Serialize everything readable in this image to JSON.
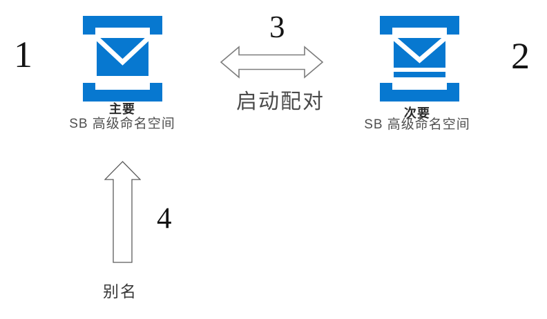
{
  "diagram": {
    "title_semantic": "Service Bus geo-disaster recovery pairing diagram",
    "colors": {
      "icon_blue": "#0778D0",
      "arrow_fill": "#ffffff",
      "arrow_outline": "#7d7d7d",
      "number_color": "#141414",
      "title_color": "#2b2b2b",
      "subtitle_color": "#4f4f4f",
      "background": "#ffffff"
    },
    "primary_node": {
      "step_number": "1",
      "title": "主要",
      "subtitle": "SB 高级命名空间",
      "icon": "service-bus-namespace-primary-icon"
    },
    "secondary_node": {
      "step_number": "2",
      "title": "次要",
      "subtitle": "SB 高级命名空间",
      "icon": "service-bus-namespace-secondary-icon"
    },
    "pairing": {
      "step_number": "3",
      "label": "启动配对",
      "icon": "double-headed-arrow-icon"
    },
    "alias": {
      "step_number": "4",
      "label": "别名",
      "icon": "up-arrow-icon"
    }
  }
}
